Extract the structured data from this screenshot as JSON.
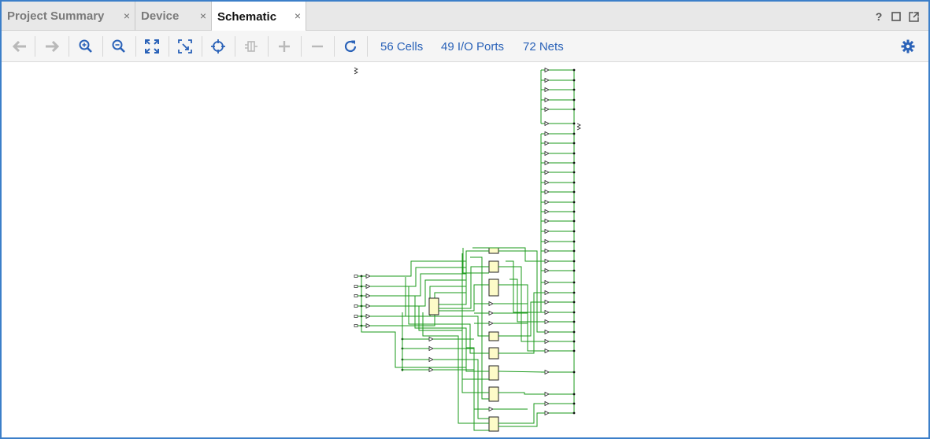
{
  "tabs": [
    {
      "label": "Project Summary",
      "active": false
    },
    {
      "label": "Device",
      "active": false
    },
    {
      "label": "Schematic",
      "active": true
    }
  ],
  "tab_close_glyph": "×",
  "window_controls": [
    {
      "name": "help-icon",
      "glyph": "?"
    },
    {
      "name": "maximize-icon",
      "glyph": "□"
    },
    {
      "name": "float-window-icon",
      "glyph": "↗"
    }
  ],
  "toolbar": {
    "buttons": [
      {
        "name": "back-arrow-icon",
        "enabled": false
      },
      {
        "name": "forward-arrow-icon",
        "enabled": false
      },
      {
        "name": "zoom-in-icon",
        "enabled": true
      },
      {
        "name": "zoom-out-icon",
        "enabled": true
      },
      {
        "name": "zoom-fit-icon",
        "enabled": true
      },
      {
        "name": "zoom-area-icon",
        "enabled": true
      },
      {
        "name": "crosshair-icon",
        "enabled": true
      },
      {
        "name": "collapse-cell-icon",
        "enabled": false
      },
      {
        "name": "expand-plus-icon",
        "enabled": false
      },
      {
        "name": "collapse-minus-icon",
        "enabled": false
      },
      {
        "name": "refresh-icon",
        "enabled": true
      }
    ],
    "cells_label": "56 Cells",
    "ports_label": "49 I/O Ports",
    "nets_label": "72 Nets",
    "settings_icon": "gear-icon"
  },
  "colors": {
    "accent_border": "#3c7fc9",
    "link": "#2a62b8",
    "wire": "#1a9a1a",
    "cell_fill": "#fdfbc8",
    "icon_active": "#2a62b8",
    "icon_disabled": "#b9b9b9"
  }
}
